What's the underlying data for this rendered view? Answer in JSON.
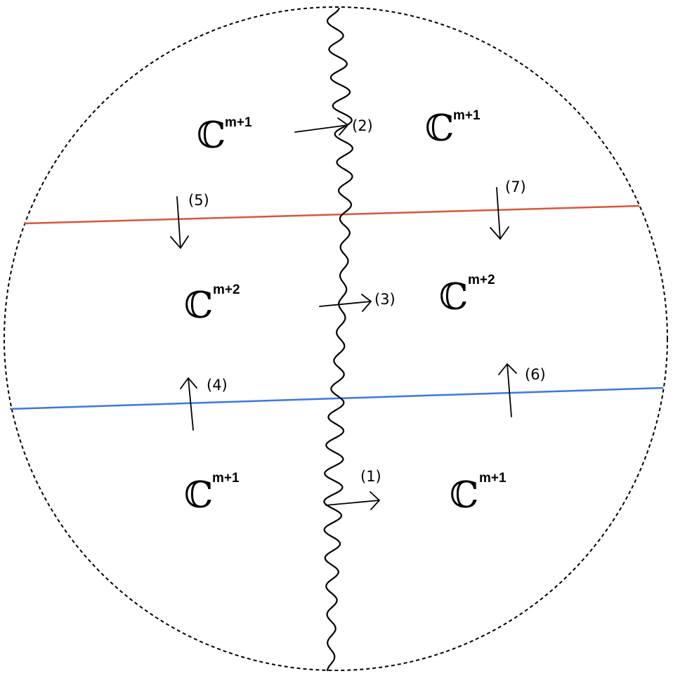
{
  "boundary": {
    "style": "dashed",
    "color": "#000000"
  },
  "cut": {
    "style": "wavy",
    "color": "#000000"
  },
  "lines": {
    "upper": {
      "color": "#d9553d"
    },
    "lower": {
      "color": "#3b78e0"
    }
  },
  "regions": {
    "top_left": {
      "symbol": "ℂ",
      "exponent": "m+1"
    },
    "top_right": {
      "symbol": "ℂ",
      "exponent": "m+1"
    },
    "mid_left": {
      "symbol": "ℂ",
      "exponent": "m+2"
    },
    "mid_right": {
      "symbol": "ℂ",
      "exponent": "m+2"
    },
    "bottom_left": {
      "symbol": "ℂ",
      "exponent": "m+1"
    },
    "bottom_right": {
      "symbol": "ℂ",
      "exponent": "m+1"
    }
  },
  "maps": {
    "m1": "(1)",
    "m2": "(2)",
    "m3": "(3)",
    "m4": "(4)",
    "m5": "(5)",
    "m6": "(6)",
    "m7": "(7)"
  }
}
